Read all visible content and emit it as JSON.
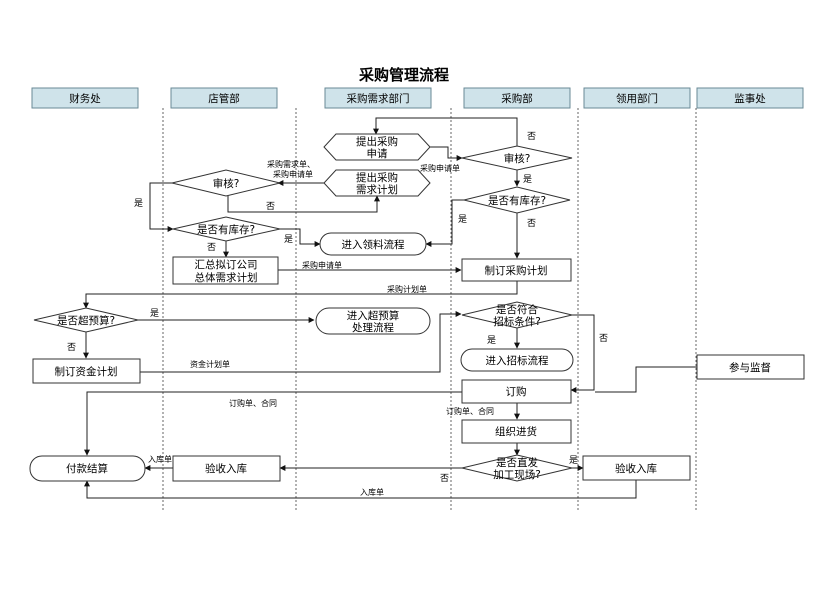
{
  "title": "采购管理流程",
  "lanes": [
    "财务处",
    "店管部",
    "采购需求部门",
    "采购部",
    "领用部门",
    "监事处"
  ],
  "nodes": {
    "submit_request": [
      "提出采购",
      "申请"
    ],
    "review_purchase": [
      "审核?"
    ],
    "submit_plan": [
      "提出采购",
      "需求计划"
    ],
    "review_store": [
      "审核?"
    ],
    "has_stock_purchase": [
      "是否有库存?"
    ],
    "has_stock_store": [
      "是否有库存?"
    ],
    "enter_picking": [
      "进入领料流程"
    ],
    "summarize_plan": [
      "汇总拟订公司",
      "总体需求计划"
    ],
    "make_purchase_plan": [
      "制订采购计划"
    ],
    "over_budget": [
      "是否超预算?"
    ],
    "over_budget_process": [
      "进入超预算",
      "处理流程"
    ],
    "tender_condition": [
      "是否符合",
      "招标条件?"
    ],
    "enter_tender": [
      "进入招标流程"
    ],
    "make_fund_plan": [
      "制订资金计划"
    ],
    "order": [
      "订购"
    ],
    "supervise": [
      "参与监督"
    ],
    "organize_goods": [
      "组织进货"
    ],
    "payment": [
      "付款结算"
    ],
    "inspect_store": [
      "验收入库"
    ],
    "direct_site": [
      "是否直发",
      "加工现场?"
    ],
    "inspect_user": [
      "验收入库"
    ]
  },
  "labels": {
    "yes": "是",
    "no": "否",
    "request_doc": "采购申请单",
    "demand_request_docs": [
      "采购需求单、",
      "采购申请单"
    ],
    "plan_doc": "采购计划单",
    "fund_plan_doc": "资金计划单",
    "order_contract": "订购单、合同",
    "receipt_doc": "入库单"
  }
}
